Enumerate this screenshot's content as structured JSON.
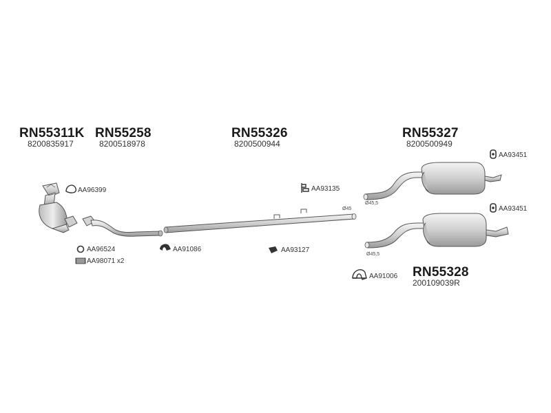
{
  "parts": [
    {
      "id": "front",
      "part_number": "RN55311K",
      "oe_number": "8200835917"
    },
    {
      "id": "mid1",
      "part_number": "RN55258",
      "oe_number": "8200518978"
    },
    {
      "id": "mid2",
      "part_number": "RN55326",
      "oe_number": "8200500944"
    },
    {
      "id": "rear1",
      "part_number": "RN55327",
      "oe_number": "8200500949"
    },
    {
      "id": "rear2",
      "part_number": "RN55328",
      "oe_number": "200109039R"
    }
  ],
  "accessories": {
    "gasket_front": "AA96399",
    "ring_front": "AA96524",
    "spring_front": "AA98071 x2",
    "clamp_mid": "AA91086",
    "hanger_mid": "AA93127",
    "hanger_pipe": "AA93135",
    "hanger_rear1": "AA93451",
    "hanger_rear2": "AA93451",
    "clamp_rear": "AA91006"
  },
  "diameters": {
    "pipe": "Ø45",
    "rear1": "Ø45,5",
    "rear2": "Ø45,5"
  },
  "colors": {
    "part_fill": "#d8d8d8",
    "part_stroke": "#555555"
  },
  "icons": {
    "gasket": "gasket-icon",
    "ring": "o-ring-icon",
    "spring": "spring-icon",
    "clamp": "clamp-icon",
    "hanger": "rubber-hanger-icon"
  }
}
